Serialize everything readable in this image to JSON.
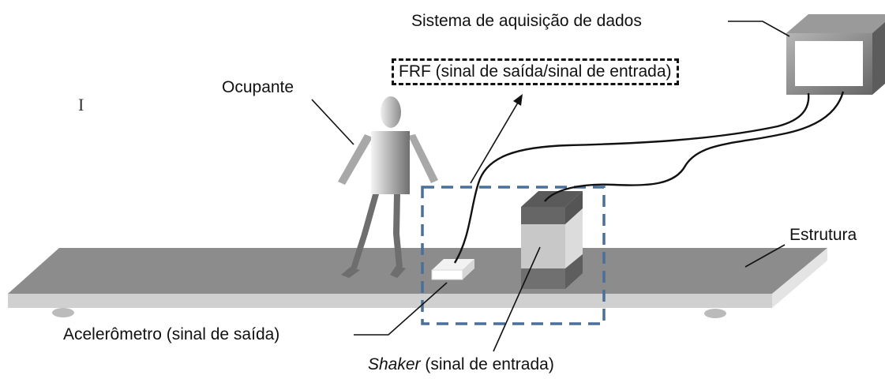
{
  "labels": {
    "daq": "Sistema de aquisição de dados",
    "frf": "FRF (sinal de saída/sinal de entrada)",
    "occupant": "Ocupante",
    "structure": "Estrutura",
    "accelerometer": "Acelerômetro (sinal de saída)",
    "shaker_italic": "Shaker",
    "shaker_rest": " (sinal de entrada)"
  },
  "colors": {
    "beam_top": "#8c8c8c",
    "beam_side": "#cfcfcf",
    "measure_box": "#4a6f9a",
    "shaker_top": "#666666",
    "shaker_body": "#c8c8c8",
    "shaker_base": "#707070",
    "monitor": "#8a8a8a",
    "person_body": "#b0b0b0",
    "person_legs": "#6e6e6e"
  },
  "icons": {
    "cursor": "text-cursor-icon"
  }
}
